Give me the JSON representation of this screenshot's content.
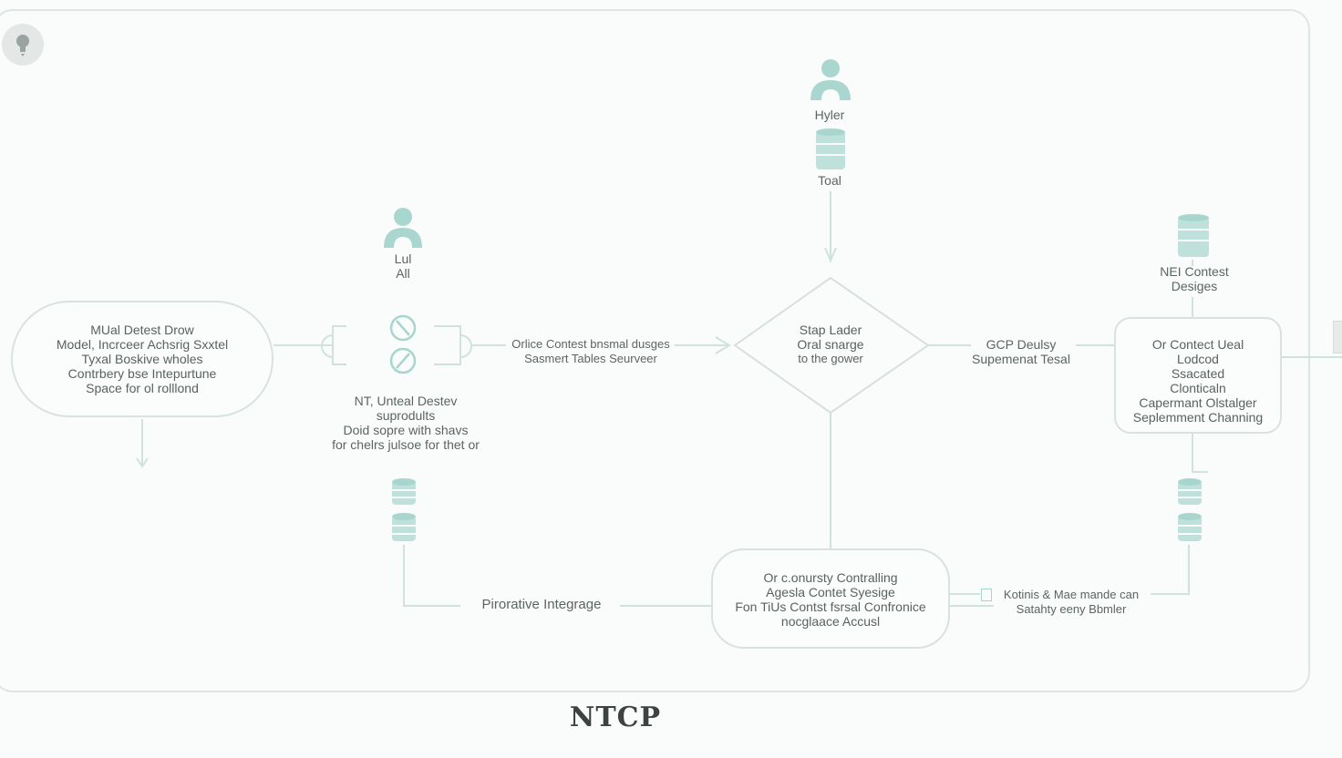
{
  "colors": {
    "line": "#cfe2dd",
    "accent": "#a8d6cf",
    "border": "#d8e2df",
    "text": "#58625f"
  },
  "left_node": {
    "lines": [
      "MUal Detest Drow",
      "Model, Incrceer Achsrig Sxxtel",
      "Tyxal Boskive wholes",
      "Contrbery bse Intepurtune",
      "Space for ol rolllond"
    ]
  },
  "person_left": {
    "lines": [
      "Lul",
      "All"
    ]
  },
  "center_left_node": {
    "lines": [
      "NT, Unteal Destev",
      "suprodults",
      "Doid sopre with shavs",
      "for chelrs julsoe for thet or"
    ]
  },
  "edge_mid_label": {
    "lines": [
      "Orlice Contest bnsmal dusges",
      "Sasmert Tables Seurveer"
    ]
  },
  "person_top": {
    "lines": [
      "Hyler",
      "Toal"
    ]
  },
  "diamond": {
    "lines": [
      "Stap Lader",
      "Oral snarge",
      "to the gower"
    ]
  },
  "edge_right_label": {
    "lines": [
      "GCP Deulsy",
      "Supemenat Tesal"
    ]
  },
  "db_right_top": {
    "lines": [
      "NEI Contest",
      "Desiges"
    ]
  },
  "right_node": {
    "lines": [
      "Or Contect Ueal",
      "Lodcod",
      "Ssacated",
      "Clonticaln",
      "Capermant Olstalger",
      "Seplemment Channing"
    ]
  },
  "bottom_left_label": "Pirorative Integrage",
  "bottom_node": {
    "lines": [
      "Or c.onursty Contralling",
      "Agesla Contet Syesige",
      "Fon TiUs Contst fsrsal Confronice",
      "nocglaace Accusl"
    ]
  },
  "bottom_right_label": {
    "lines": [
      "Kotinis & Mae mande can",
      "Satahty eeny Bbmler"
    ]
  },
  "footer_title": "NTCP"
}
